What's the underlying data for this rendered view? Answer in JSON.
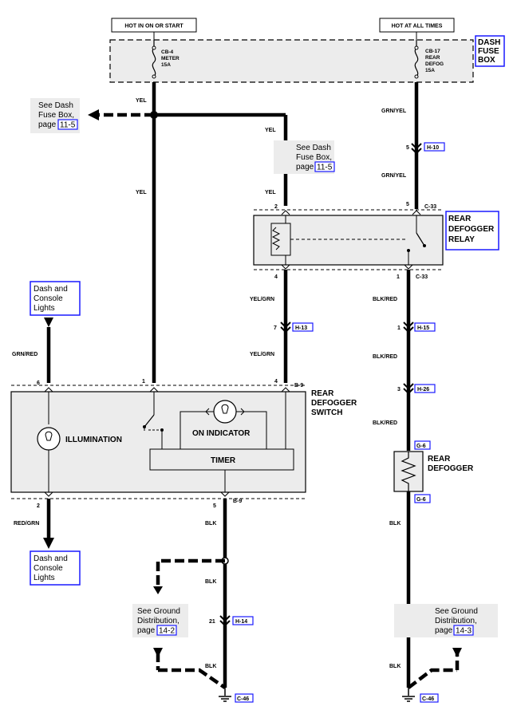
{
  "headers": {
    "left": "HOT IN ON OR START",
    "right": "HOT AT ALL TIMES"
  },
  "fuse_box": {
    "title": [
      "DASH",
      "FUSE",
      "BOX"
    ],
    "left_fuse": [
      "CB-4",
      "METER",
      "15A"
    ],
    "right_fuse": [
      "CB-17",
      "REAR",
      "DEFOG",
      "15A"
    ]
  },
  "wires": {
    "yel": "YEL",
    "grn_yel": "GRN/YEL",
    "yel_grn": "YEL/GRN",
    "blk_red": "BLK/RED",
    "grn_red": "GRN/RED",
    "red_grn": "RED/GRN",
    "blk": "BLK"
  },
  "connectors": {
    "h10": "H-10",
    "c33": "C-33",
    "h13": "H-13",
    "h15": "H-15",
    "b9": "B-9",
    "h26": "H-26",
    "g6": "G-6",
    "h14": "H-14",
    "c46": "C-46"
  },
  "pins": {
    "p1": "1",
    "p2": "2",
    "p3": "3",
    "p4": "4",
    "p5": "5",
    "p6": "6",
    "p7": "7",
    "p21": "21"
  },
  "relay": {
    "title": [
      "REAR",
      "DEFOGGER",
      "RELAY"
    ]
  },
  "switch": {
    "title": [
      "REAR",
      "DEFOGGER",
      "SWITCH"
    ],
    "illumination": "ILLUMINATION",
    "on_indicator": "ON INDICATOR",
    "timer": "TIMER"
  },
  "defogger": {
    "title": [
      "REAR",
      "DEFOGGER"
    ]
  },
  "notes": {
    "fuse_left": {
      "lines": [
        "See Dash",
        "Fuse Box,",
        "page"
      ],
      "ref": "11-5"
    },
    "fuse_mid": {
      "lines": [
        "See Dash",
        "Fuse Box,",
        "page"
      ],
      "ref": "11-5"
    },
    "ground_left": {
      "lines": [
        "See Ground",
        "Distribution,",
        "page"
      ],
      "ref": "14-2"
    },
    "ground_right": {
      "lines": [
        "See Ground",
        "Distribution,",
        "page"
      ],
      "ref": "14-3"
    },
    "lights_top": [
      "Dash and",
      "Console",
      "Lights"
    ],
    "lights_bottom": [
      "Dash and",
      "Console",
      "Lights"
    ]
  }
}
